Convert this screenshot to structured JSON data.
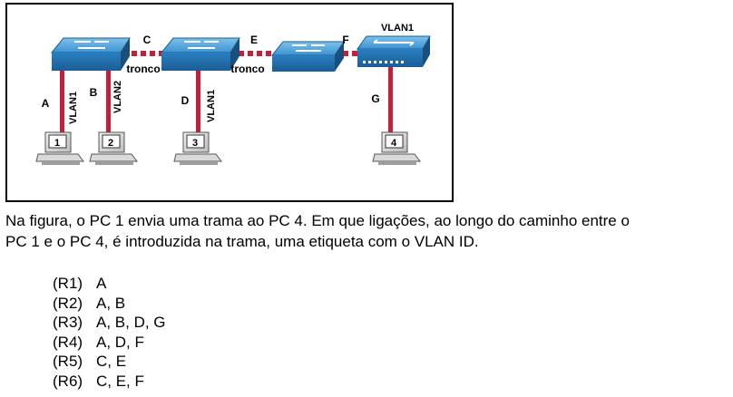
{
  "diagram": {
    "links": {
      "a": "A",
      "b": "B",
      "c": "C",
      "d": "D",
      "e": "E",
      "f": "F",
      "g": "G"
    },
    "vlan_labels": {
      "pc1": "VLAN1",
      "pc2": "VLAN2",
      "pc3": "VLAN1",
      "router": "VLAN1"
    },
    "trunk_labels": {
      "first": "tronco",
      "second": "tronco"
    },
    "pcs": [
      "1",
      "2",
      "3",
      "4"
    ],
    "colors": {
      "switch": "#2f86c6",
      "access_link": "#c0203a",
      "trunk_link": "#c0203a",
      "frame": "#000000"
    }
  },
  "question": {
    "line1": "Na figura, o PC 1 envia uma trama ao PC 4. Em que ligações, ao longo do caminho entre o",
    "line2": "PC 1 e o PC 4, é introduzida na trama, uma etiqueta com o VLAN ID."
  },
  "answers": [
    {
      "code": "(R1)",
      "text": "A"
    },
    {
      "code": "(R2)",
      "text": "A, B"
    },
    {
      "code": "(R3)",
      "text": "A, B, D, G"
    },
    {
      "code": "(R4)",
      "text": "A, D, F"
    },
    {
      "code": "(R5)",
      "text": "C, E"
    },
    {
      "code": "(R6)",
      "text": "C, E, F"
    }
  ]
}
